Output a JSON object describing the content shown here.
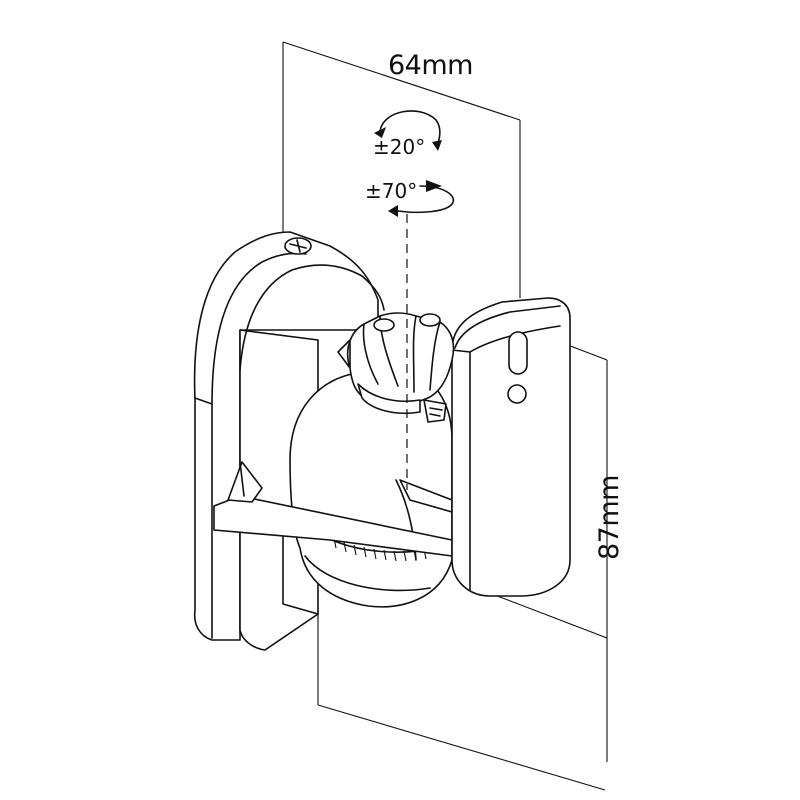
{
  "dimensions": {
    "width_label": "64mm",
    "height_label": "87mm"
  },
  "rotations": {
    "tilt_label": "±20°",
    "swivel_label": "±70°"
  }
}
